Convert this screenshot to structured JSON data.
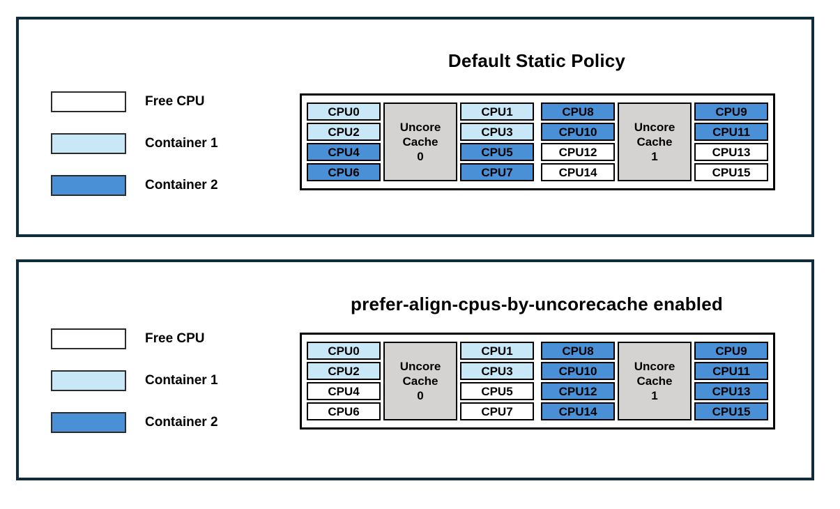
{
  "colors": {
    "free_cpu": "#ffffff",
    "container1": "#c9e8f7",
    "container2": "#4a90d6",
    "uncore_cache": "#d4d3d1",
    "panel_border": "#0f2c3c",
    "text": "#000000"
  },
  "legend": {
    "items": [
      {
        "label": "Free CPU",
        "state": "free"
      },
      {
        "label": "Container 1",
        "state": "container1"
      },
      {
        "label": "Container 2",
        "state": "container2"
      }
    ]
  },
  "panels": [
    {
      "title": "Default Static Policy",
      "groups": [
        {
          "cache_lines": [
            "Uncore",
            "Cache",
            "0"
          ],
          "left_cpus": [
            {
              "label": "CPU0",
              "state": "container1"
            },
            {
              "label": "CPU2",
              "state": "container1"
            },
            {
              "label": "CPU4",
              "state": "container2"
            },
            {
              "label": "CPU6",
              "state": "container2"
            }
          ],
          "right_cpus": [
            {
              "label": "CPU1",
              "state": "container1"
            },
            {
              "label": "CPU3",
              "state": "container1"
            },
            {
              "label": "CPU5",
              "state": "container2"
            },
            {
              "label": "CPU7",
              "state": "container2"
            }
          ]
        },
        {
          "cache_lines": [
            "Uncore",
            "Cache",
            "1"
          ],
          "left_cpus": [
            {
              "label": "CPU8",
              "state": "container2"
            },
            {
              "label": "CPU10",
              "state": "container2"
            },
            {
              "label": "CPU12",
              "state": "free"
            },
            {
              "label": "CPU14",
              "state": "free"
            }
          ],
          "right_cpus": [
            {
              "label": "CPU9",
              "state": "container2"
            },
            {
              "label": "CPU11",
              "state": "container2"
            },
            {
              "label": "CPU13",
              "state": "free"
            },
            {
              "label": "CPU15",
              "state": "free"
            }
          ]
        }
      ]
    },
    {
      "title": "prefer-align-cpus-by-uncorecache enabled",
      "groups": [
        {
          "cache_lines": [
            "Uncore",
            "Cache",
            "0"
          ],
          "left_cpus": [
            {
              "label": "CPU0",
              "state": "container1"
            },
            {
              "label": "CPU2",
              "state": "container1"
            },
            {
              "label": "CPU4",
              "state": "free"
            },
            {
              "label": "CPU6",
              "state": "free"
            }
          ],
          "right_cpus": [
            {
              "label": "CPU1",
              "state": "container1"
            },
            {
              "label": "CPU3",
              "state": "container1"
            },
            {
              "label": "CPU5",
              "state": "free"
            },
            {
              "label": "CPU7",
              "state": "free"
            }
          ]
        },
        {
          "cache_lines": [
            "Uncore",
            "Cache",
            "1"
          ],
          "left_cpus": [
            {
              "label": "CPU8",
              "state": "container2"
            },
            {
              "label": "CPU10",
              "state": "container2"
            },
            {
              "label": "CPU12",
              "state": "container2"
            },
            {
              "label": "CPU14",
              "state": "container2"
            }
          ],
          "right_cpus": [
            {
              "label": "CPU9",
              "state": "container2"
            },
            {
              "label": "CPU11",
              "state": "container2"
            },
            {
              "label": "CPU13",
              "state": "container2"
            },
            {
              "label": "CPU15",
              "state": "container2"
            }
          ]
        }
      ]
    }
  ]
}
